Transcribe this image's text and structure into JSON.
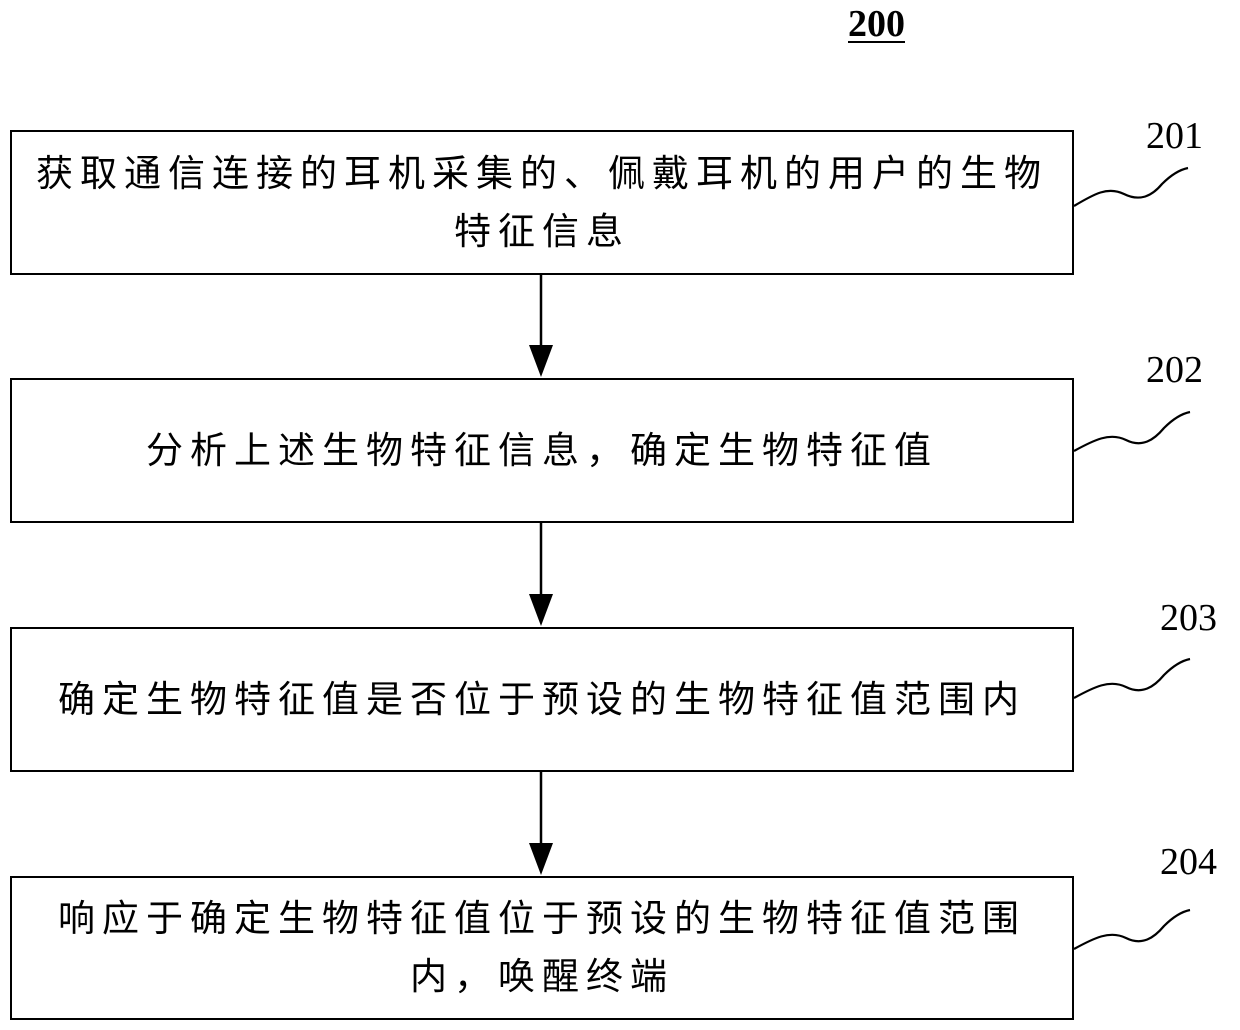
{
  "figure_number": "200",
  "steps": [
    {
      "label": "201",
      "text": "获取通信连接的耳机采集的、佩戴耳机的用户的生物特征信息"
    },
    {
      "label": "202",
      "text": "分析上述生物特征信息，确定生物特征值"
    },
    {
      "label": "203",
      "text": "确定生物特征值是否位于预设的生物特征值范围内"
    },
    {
      "label": "204",
      "text": "响应于确定生物特征值位于预设的生物特征值范围内，唤醒终端"
    }
  ]
}
